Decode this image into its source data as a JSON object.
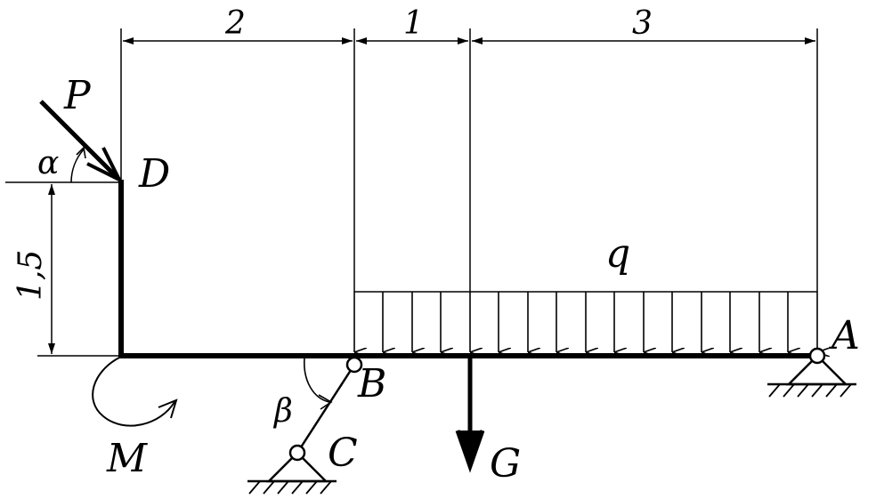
{
  "dimensions": {
    "top_span_1": "2",
    "top_span_2": "1",
    "top_span_3": "3",
    "height_d": "1,5"
  },
  "labels": {
    "force_p": "P",
    "angle_alpha": "α",
    "point_d": "D",
    "load_q": "q",
    "point_a": "A",
    "point_b": "B",
    "angle_beta": "β",
    "point_c": "C",
    "moment_m": "M",
    "force_g": "G"
  },
  "colors": {
    "stroke": "#000000",
    "background": "#ffffff"
  }
}
